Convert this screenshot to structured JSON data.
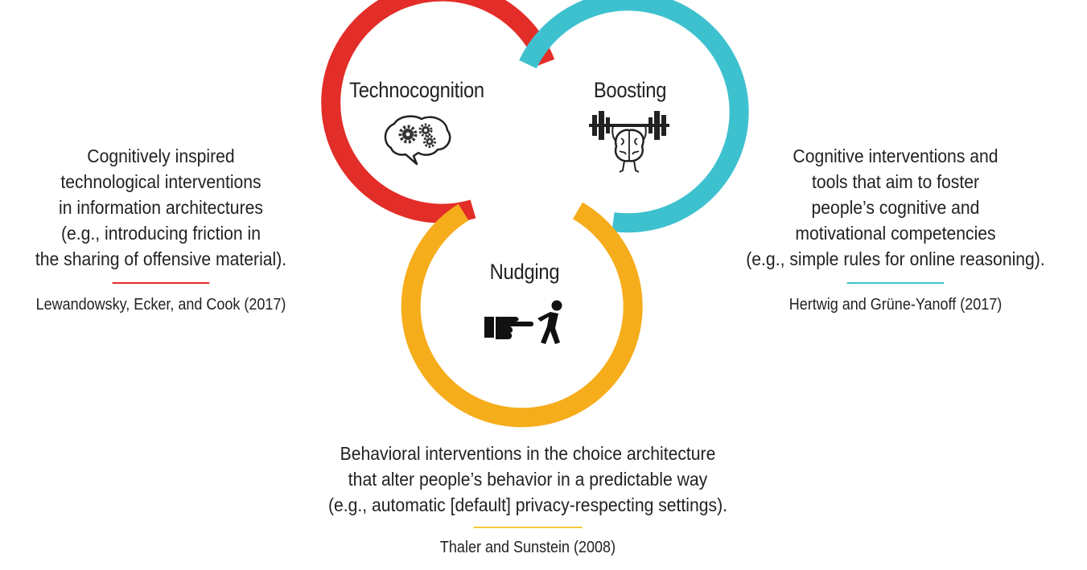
{
  "colors": {
    "technocognition": "#e32d28",
    "boosting": "#3ec1cf",
    "nudging": "#f6ad1b",
    "text": "#222222"
  },
  "circles": {
    "technocognition": {
      "title": "Technocognition",
      "icon": "brain-gears-icon"
    },
    "boosting": {
      "title": "Boosting",
      "icon": "brain-lifting-barbell-icon"
    },
    "nudging": {
      "title": "Nudging",
      "icon": "pointing-hand-push-icon"
    }
  },
  "technocognition_desc": {
    "lines": [
      "Cognitively inspired",
      "technological interventions",
      "in information architectures",
      "(e.g., introducing friction in",
      "the sharing of offensive material)."
    ],
    "citation": "Lewandowsky, Ecker, and Cook (2017)"
  },
  "boosting_desc": {
    "lines": [
      "Cognitive interventions and",
      "tools that aim to foster",
      "people’s cognitive and",
      "motivational competencies",
      "(e.g., simple rules for online reasoning)."
    ],
    "citation": "Hertwig and Grüne-Yanoff (2017)"
  },
  "nudging_desc": {
    "lines": [
      "Behavioral interventions in the choice architecture",
      "that alter people’s behavior in a predictable way",
      "(e.g., automatic [default] privacy-respecting settings)."
    ],
    "citation": "Thaler and Sunstein (2008)"
  }
}
